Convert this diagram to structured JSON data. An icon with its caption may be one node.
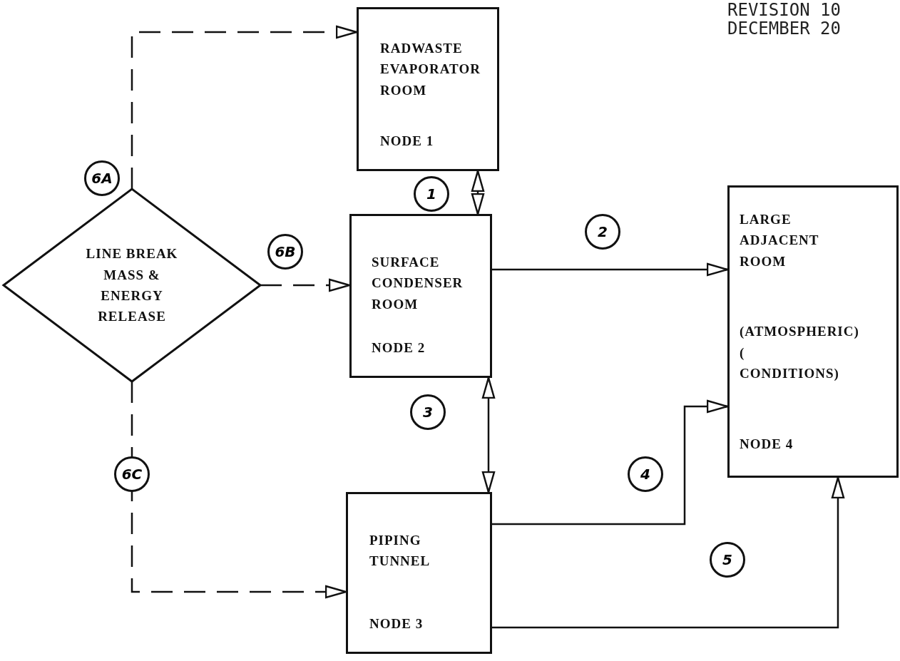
{
  "diagram": {
    "nodes": [
      {
        "text": [
          "RADWASTE EVAPORATOR ROOM",
          "NODE 1"
        ]
      },
      {
        "text": [
          "LINE BREAK MASS & ENERGY RELEASE"
        ]
      },
      {
        "text": [
          "SURFACE CONDENSER ROOM",
          "NODE 2"
        ]
      },
      {
        "text": [
          "LARGE ADJACENT ROOM",
          "(ATMOSPHERIC) ( CONDITIONS)",
          "NODE 4"
        ]
      },
      {
        "text": [
          "PIPING TUNNEL",
          "NODE 3"
        ]
      }
    ],
    "edges": [
      {
        "from": 1,
        "to": 0,
        "arrow": "to",
        "label": "6A",
        "style": "dashed"
      },
      {
        "from": 1,
        "to": 2,
        "arrow": "to",
        "label": "6B",
        "style": "dashed"
      },
      {
        "from": 1,
        "to": 4,
        "arrow": "to",
        "label": "6C",
        "style": "dashed"
      },
      {
        "from": 0,
        "to": 2,
        "arrow": "both",
        "label": "1"
      },
      {
        "from": 2,
        "to": 3,
        "arrow": "to",
        "label": "2"
      },
      {
        "from": 2,
        "to": 4,
        "arrow": "both",
        "label": "3"
      },
      {
        "from": 4,
        "to": 3,
        "arrow": "to",
        "label": "4"
      },
      {
        "from": 4,
        "to": 3,
        "arrow": "to",
        "label": "5"
      }
    ],
    "labels": [
      "REVISION 10",
      "DECEMBER 20"
    ]
  }
}
